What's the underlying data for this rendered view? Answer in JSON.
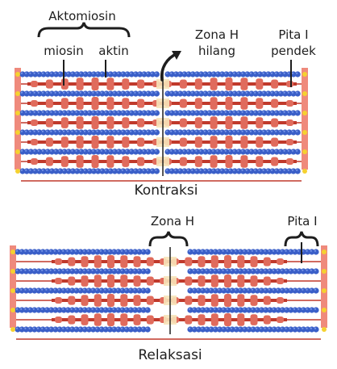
{
  "labels": {
    "aktomiosin": "Aktomiosin",
    "miosin": "miosin",
    "aktin": "aktin",
    "zona_h_hilang_line1": "Zona H",
    "zona_h_hilang_line2": "hilang",
    "pita_i_pendek_line1": "Pita I",
    "pita_i_pendek_line2": "pendek",
    "kontraksi": "Kontraksi",
    "zona_h": "Zona H",
    "pita_i": "Pita I",
    "relaksasi": "Relaksasi"
  },
  "colors": {
    "actin_bead": "#3a5fc8",
    "actin_bead_highlight": "#7a98e8",
    "myosin": "#e06b5c",
    "myosin_dark": "#c0392b",
    "z_disc": "#ef8a7c",
    "z_dot": "#f5d130",
    "h_zone": "#f7e3b8",
    "pointer_line": "#1e1e1e"
  },
  "icons": {
    "arrow": "curved-arrow-icon",
    "brace": "curly-brace-icon"
  }
}
